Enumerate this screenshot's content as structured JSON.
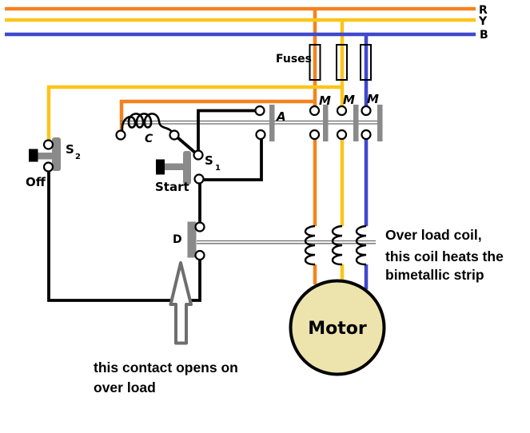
{
  "diagram": {
    "phases": {
      "r_label": "R",
      "y_label": "Y",
      "b_label": "B"
    },
    "fuses_label": "Fuses",
    "contactor": {
      "m1_label": "M",
      "m2_label": "M",
      "m3_label": "M",
      "aux_label": "A",
      "coil_label": "C"
    },
    "start_switch": {
      "label_base": "S",
      "label_sub": "1",
      "caption": "Start"
    },
    "off_switch": {
      "label_base": "S",
      "label_sub": "2",
      "caption": "Off"
    },
    "overload_contact_label": "D",
    "motor_label": "Motor",
    "annotations": {
      "overload_coil_lines": [
        "Over load coil,",
        " this coil heats the",
        "bimetallic strip"
      ],
      "contact_opens_lines": [
        "this contact opens on",
        "over load"
      ]
    },
    "colors": {
      "r_phase": "#F5821F",
      "y_phase": "#FBC51B",
      "b_phase": "#3F48CC",
      "hardware_gray": "#8A8A8A",
      "motor_fill": "#EDE4AD",
      "annotation_text": "#595959"
    }
  }
}
